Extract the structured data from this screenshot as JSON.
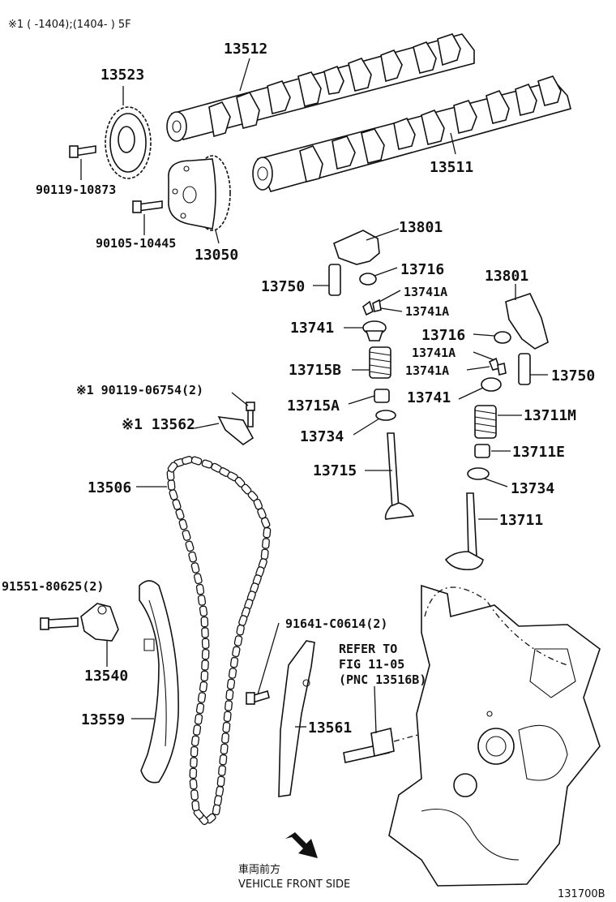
{
  "header": {
    "note": "※1 (      -1404);(1404-       ) 5F"
  },
  "labels": {
    "camshaft_intake": "13512",
    "camshaft_exhaust": "13511",
    "cam_sprocket": "13523",
    "bolt_sprocket": "90119-10873",
    "bolt_vvt": "90105-10445",
    "vvt_gear": "13050",
    "rocker_arm_1": "13801",
    "rocker_arm_2": "13801",
    "lash_adjuster_1": "13750",
    "lash_adjuster_2": "13750",
    "pad_1": "13716",
    "pad_2": "13716",
    "keeper_1a": "13741A",
    "keeper_1b": "13741A",
    "keeper_2a": "13741A",
    "keeper_2b": "13741A",
    "retainer_1": "13741",
    "retainer_2": "13741",
    "spring_1": "13715B",
    "seal_1": "13715A",
    "seat_1": "13734",
    "valve_1": "13715",
    "spring_2": "13711M",
    "seal_2": "13711E",
    "seat_2": "13734",
    "valve_2": "13711",
    "bolt_guide": "※1 90119-06754(2)",
    "chain_guide": "※1 13562",
    "chain": "13506",
    "bolt_tensioner": "91551-80625(2)",
    "tensioner": "13540",
    "slipper": "13559",
    "bolt_damper": "91641-C0614(2)",
    "damper": "13561",
    "refer_1": "REFER TO",
    "refer_2": "FIG 11-05",
    "refer_3": "(PNC 13516B)",
    "front_jp": "車両前方",
    "front_en": "VEHICLE FRONT SIDE",
    "figure_code": "131700B"
  }
}
